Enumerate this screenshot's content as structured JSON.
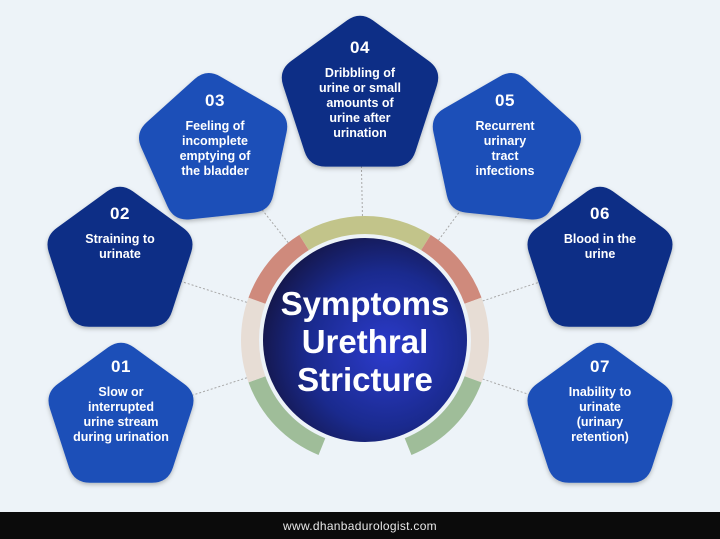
{
  "center": {
    "title": "Symptoms\nUrethral\nStricture"
  },
  "symptoms": [
    {
      "number": "01",
      "text": "Slow or\ninterrupted\nurine stream\nduring urination"
    },
    {
      "number": "02",
      "text": "Straining to\nurinate"
    },
    {
      "number": "03",
      "text": "Feeling of\nincomplete\nemptying of\nthe bladder"
    },
    {
      "number": "04",
      "text": "Dribbling of\nurine or small\namounts of\nurine after\nurination"
    },
    {
      "number": "05",
      "text": "Recurrent\nurinary\ntract\ninfections"
    },
    {
      "number": "06",
      "text": "Blood in the\nurine"
    },
    {
      "number": "07",
      "text": "Inability to\nurinate\n(urinary\nretention)"
    }
  ],
  "footer": {
    "website": "www.dhanbadurologist.com"
  },
  "colors": {
    "pentagon_blue": "#1d4fb8",
    "pentagon_dark": "#0a2f86",
    "center_dark": "#14123a",
    "ring_gray": "#e7ddd5",
    "ring_rose": "#cf8a7c",
    "ring_olive": "#c2c48a",
    "ring_green": "#9fbd99",
    "connector": "#a8a8a8"
  }
}
